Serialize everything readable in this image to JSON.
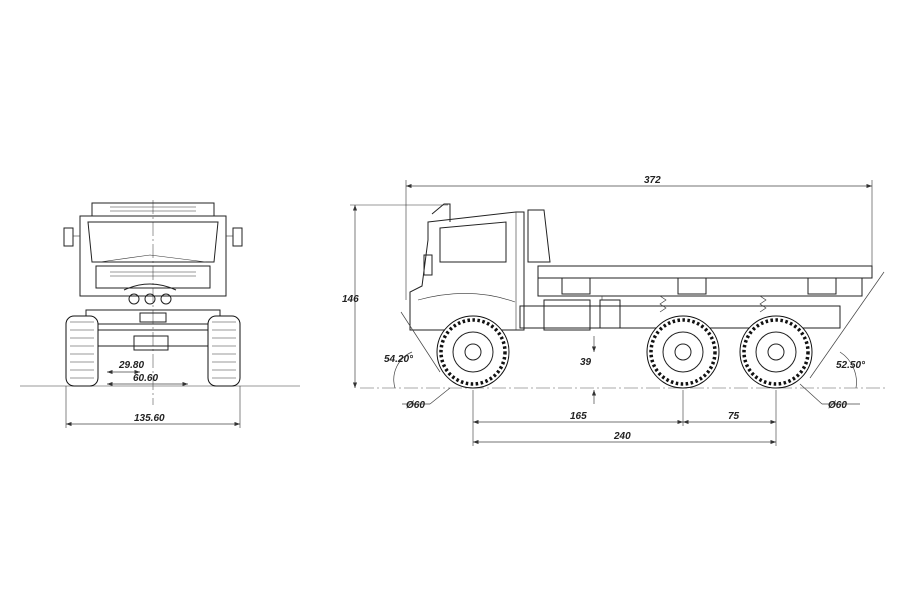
{
  "front_view": {
    "dims": {
      "inner_track": "29.80",
      "track": "60.60",
      "overall_width": "135.60"
    }
  },
  "side_view": {
    "dims": {
      "overall_length": "372",
      "overall_height": "146",
      "approach_angle": "54.20°",
      "departure_angle": "52.50°",
      "ground_clearance": "39",
      "wheel_diameter_front": "Ø60",
      "wheel_diameter_rear": "Ø60",
      "axle_spacing_front": "165",
      "axle_spacing_rear": "75",
      "wheelbase": "240"
    }
  }
}
